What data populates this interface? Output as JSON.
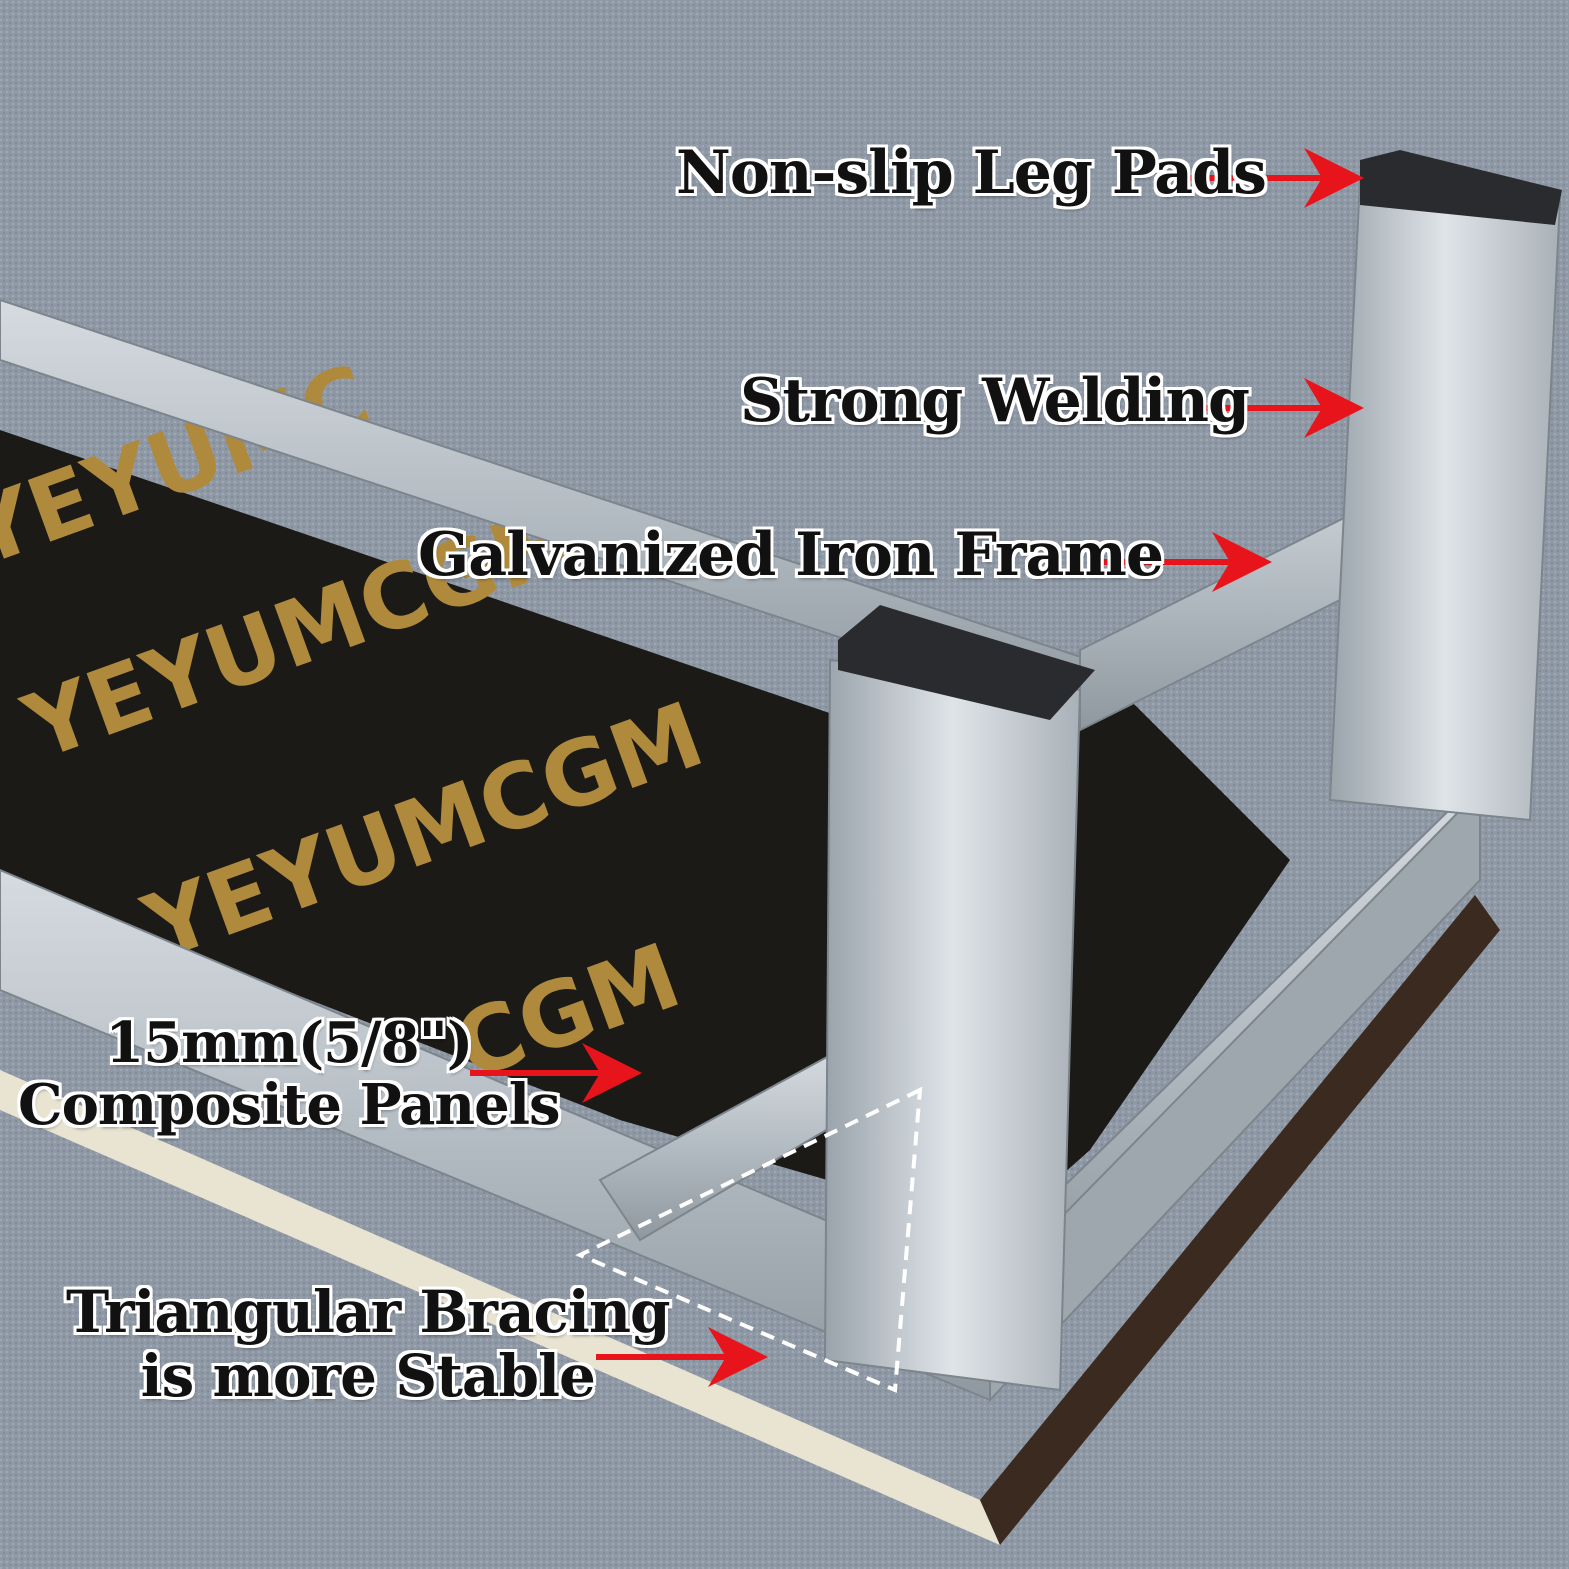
{
  "image": {
    "description_subject": "galvanized iron stool frame upside down on grey carpet with wood composite panel",
    "colors": {
      "carpet": "#8f99a6",
      "metal": "#c3cbd2",
      "panel_dark": "#1c1a17",
      "panel_print": "#b08a3c",
      "arrow": "#e8141b",
      "label_fill": "#111111",
      "label_outline": "#ffffff"
    },
    "panel_print_text": "YEYUMCGMYEYUM"
  },
  "callouts": {
    "leg_pads": "Non-slip Leg Pads",
    "welding": "Strong Welding",
    "frame": "Galvanized Iron Frame",
    "panels_line1": "15mm(5/8\")",
    "panels_line2": "Composite Panels",
    "bracing_line1": "Triangular Bracing",
    "bracing_line2": "is more Stable"
  }
}
